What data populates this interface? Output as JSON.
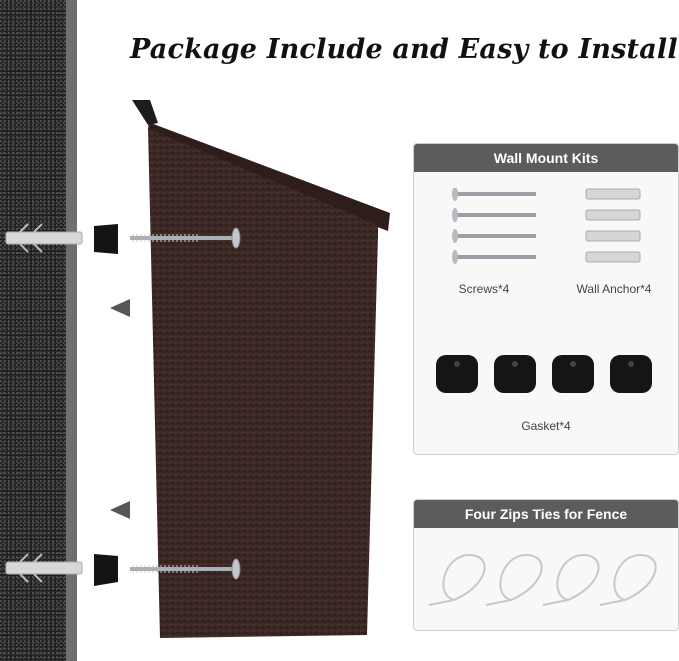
{
  "header": {
    "title": "Package Include and Easy to Install"
  },
  "product": {
    "name": "wall-mounted mailbox",
    "color": "#3a2622"
  },
  "wall_mount_kits": {
    "heading": "Wall Mount Kits",
    "items": [
      {
        "label": "Screws*4",
        "count": 4,
        "icon": "screw-icon"
      },
      {
        "label": "Wall Anchor*4",
        "count": 4,
        "icon": "wall-anchor-icon"
      },
      {
        "label": "Gasket*4",
        "count": 4,
        "icon": "gasket-icon"
      }
    ]
  },
  "zip_ties": {
    "heading": "Four Zips Ties for Fence",
    "count": 4,
    "icon": "zip-tie-icon"
  },
  "colors": {
    "panel_header": "#5c5c5c",
    "panel_bg": "#f8f8f8",
    "wall": "#2b2b2b",
    "mailbox": "#3a2622"
  }
}
